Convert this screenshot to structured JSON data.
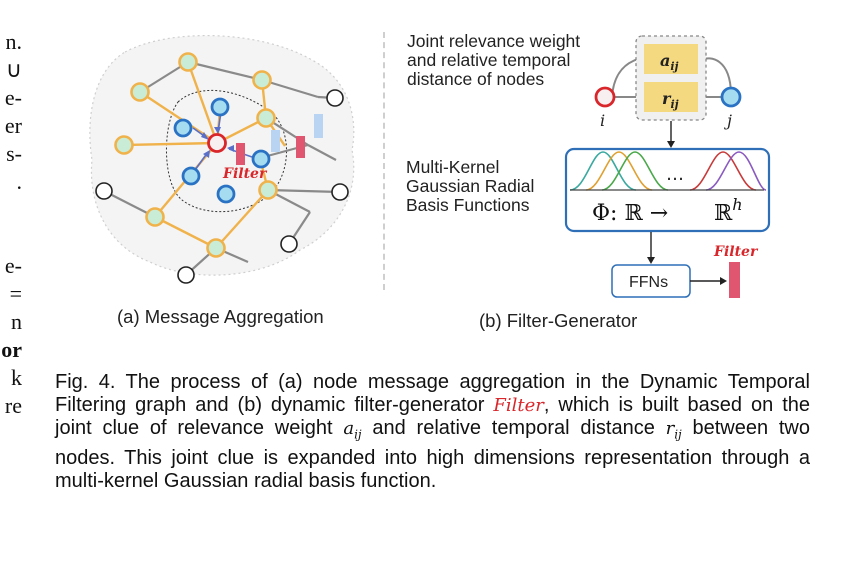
{
  "left_column_fragments": [
    "n.",
    "∪",
    "e-",
    "er",
    "s-",
    ".",
    "e-",
    "=",
    "n",
    "or",
    "k",
    "re"
  ],
  "panel_a": {
    "label": "(a) Message Aggregation",
    "filter_label": "Filter"
  },
  "panel_b": {
    "label": "(b) Filter-Generator",
    "joint_text": "Joint relevance weight\nand relative temporal\ndistance of nodes",
    "joint_lines": [
      "Joint relevance weight",
      "and relative temporal",
      "distance of nodes"
    ],
    "a_box": "a",
    "a_sub": "ij",
    "r_box": "r",
    "r_sub": "ij",
    "node_i": "i",
    "node_j": "j",
    "kernel_lines": [
      "Multi-Kernel",
      "Gaussian Radial",
      "Basis Functions"
    ],
    "ellipsis": "…",
    "phi_formula": "Φ: ℝ →",
    "phi_target": "ℝ",
    "phi_exp": "h",
    "ffn_label": "FFNs",
    "filter_label": "Filter"
  },
  "caption": {
    "prefix": "Fig. 4. The process of (a) node message aggregation in the Dynamic Temporal Filtering graph and (b) dynamic filter-generator ",
    "filter_math": "Filter",
    "middle": ", which is built based on the joint clue of relevance weight ",
    "a_math": "a",
    "a_sub": "ij",
    "middle2": " and relative temporal distance ",
    "r_math": "r",
    "r_sub": "ij",
    "suffix": " between two nodes. This joint clue is expanded into high dimensions representation through a multi-kernel Gaussian radial basis function."
  },
  "colors": {
    "node_fill": "#c8ecd6",
    "node_border": "#f0b24a",
    "blue_border": "#2a72c4",
    "blue_fill": "#a6dcef",
    "red": "#d9262b",
    "filter_bar": "#e05570",
    "light_bar": "#b8d4f2",
    "box_border": "#2f6fb8",
    "box_fill": "#f4d981"
  }
}
